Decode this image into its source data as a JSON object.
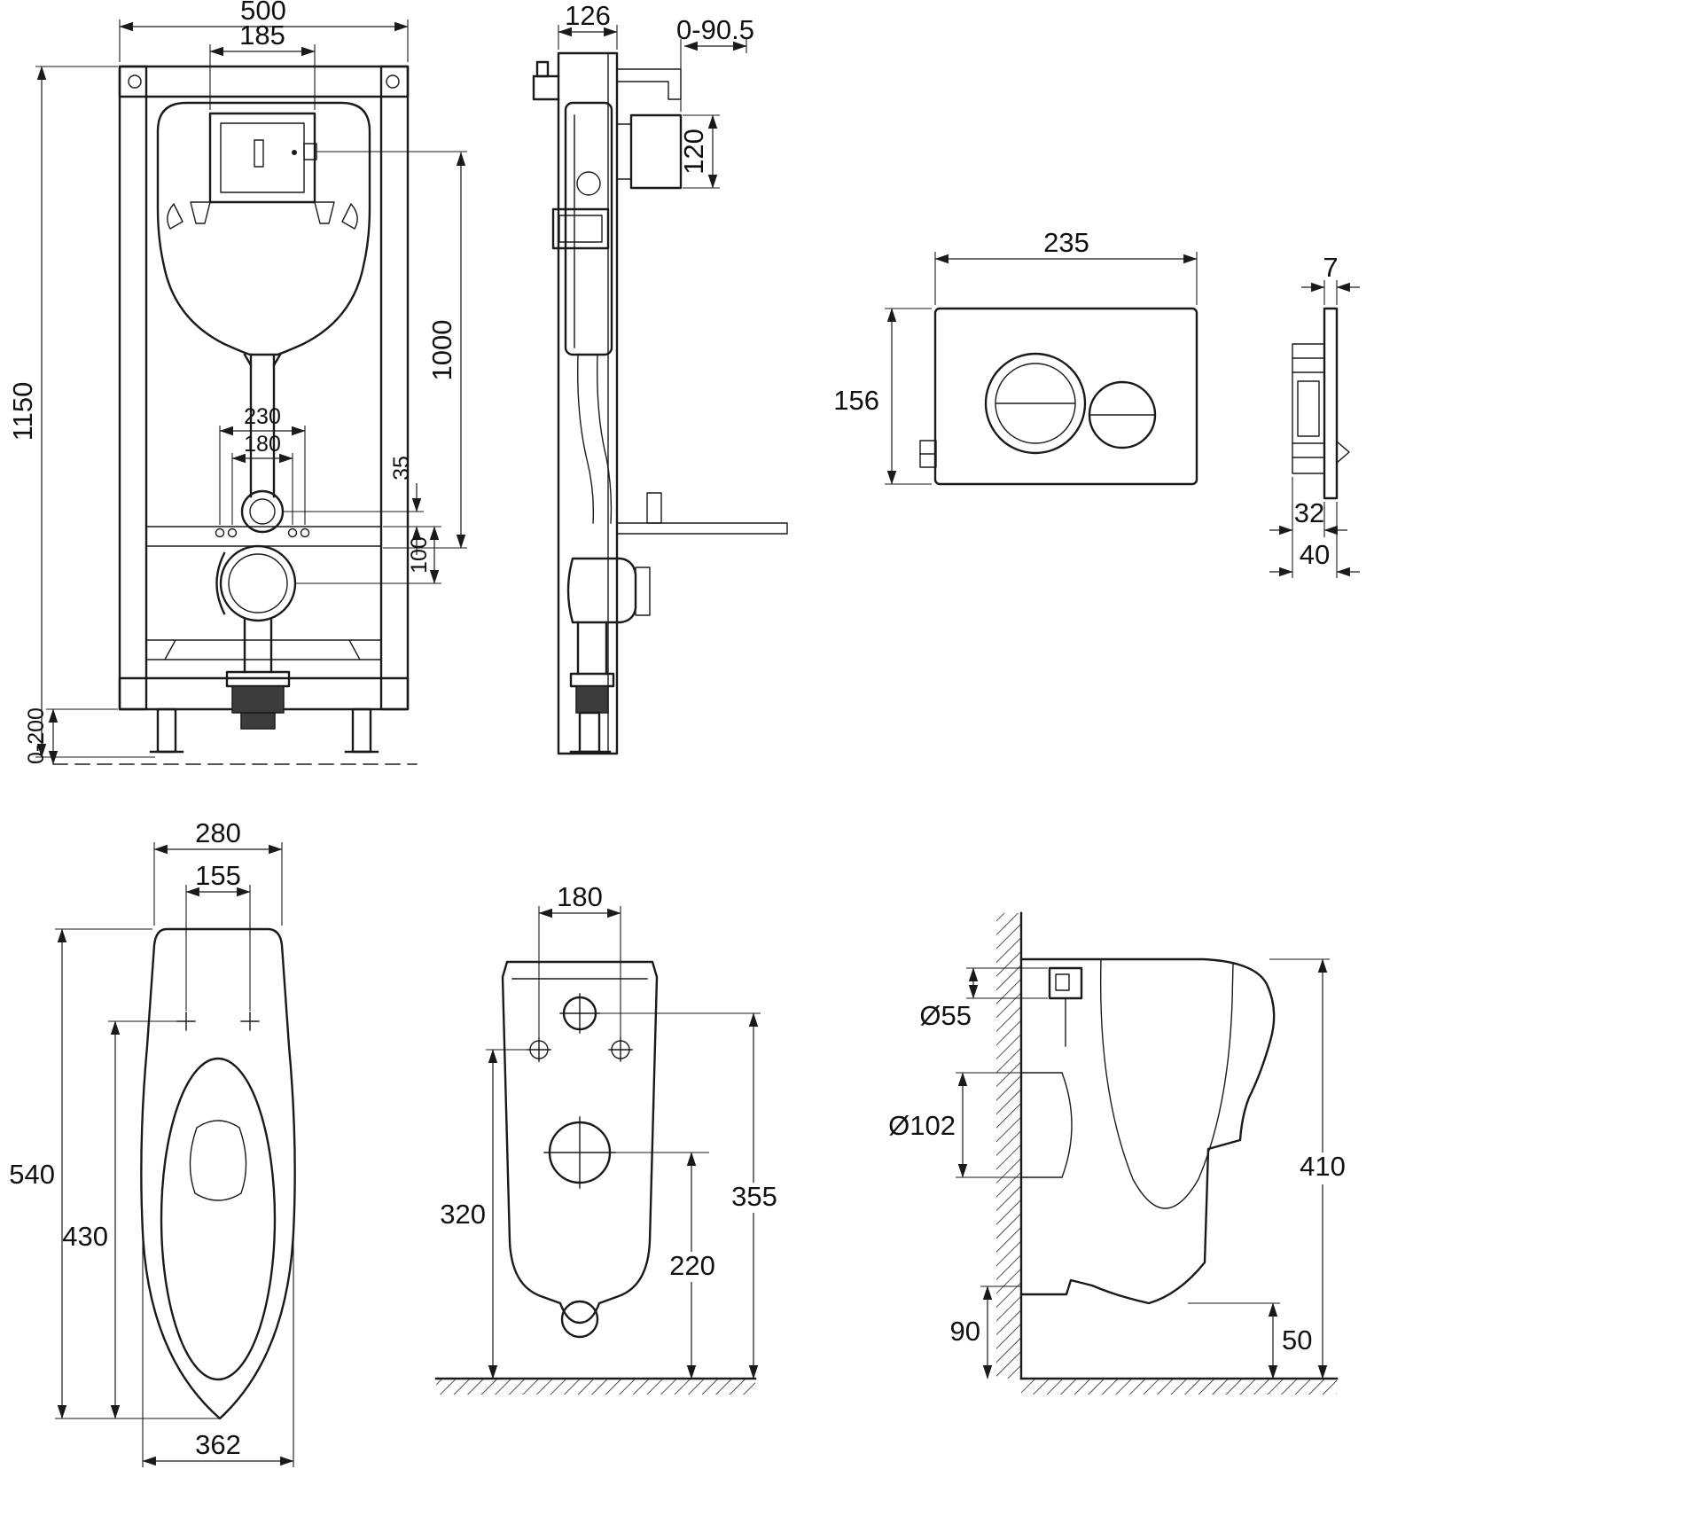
{
  "frame_front": {
    "width": "500",
    "actuator_width": "185",
    "height": "1150",
    "inner_height": "1000",
    "bolt_span_outer": "230",
    "bolt_span_inner": "180",
    "offset_top": "35",
    "outlet_offset": "100",
    "feet_range": "0-200"
  },
  "frame_side": {
    "depth": "126",
    "bracket_range": "0-90.5",
    "box_height": "120"
  },
  "plate_front": {
    "width": "235",
    "height": "156"
  },
  "plate_side": {
    "thickness": "7",
    "depth_inner": "32",
    "depth_total": "40"
  },
  "bowl_top": {
    "width": "280",
    "hinge_span": "155",
    "length": "540",
    "inner_length": "430",
    "max_width": "362"
  },
  "bowl_front": {
    "bolt_span": "180",
    "bolt_height": "320",
    "outlet_height": "220",
    "inlet_height": "355"
  },
  "bowl_side": {
    "inlet_dia": "Ø55",
    "outlet_dia": "Ø102",
    "trap_height": "90",
    "total_height": "410",
    "front_clearance": "50"
  }
}
